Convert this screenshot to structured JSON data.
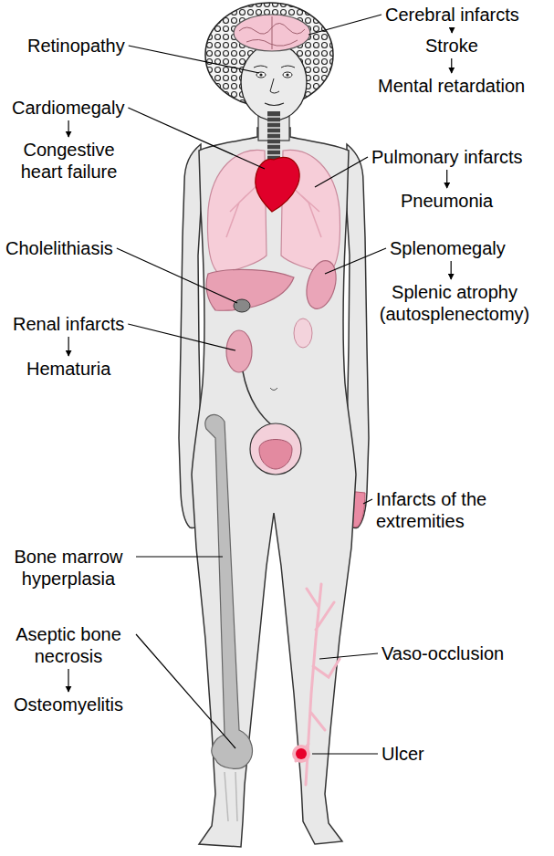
{
  "diagram": {
    "labels": [
      "Cerebral infarcts",
      "Retinopathy",
      "Stroke",
      "Mental retardation",
      "Cardiomegaly",
      "Congestive heart failure",
      "Pulmonary infarcts",
      "Pneumonia",
      "Cholelithiasis",
      "Splenomegaly",
      "Splenic atrophy (autosplenectomy)",
      "Renal infarcts",
      "Hematuria",
      "Infarcts of the extremities",
      "Bone marrow hyperplasia",
      "Aseptic bone necrosis",
      "Vaso-occlusion",
      "Osteomyelitis",
      "Ulcer"
    ]
  }
}
